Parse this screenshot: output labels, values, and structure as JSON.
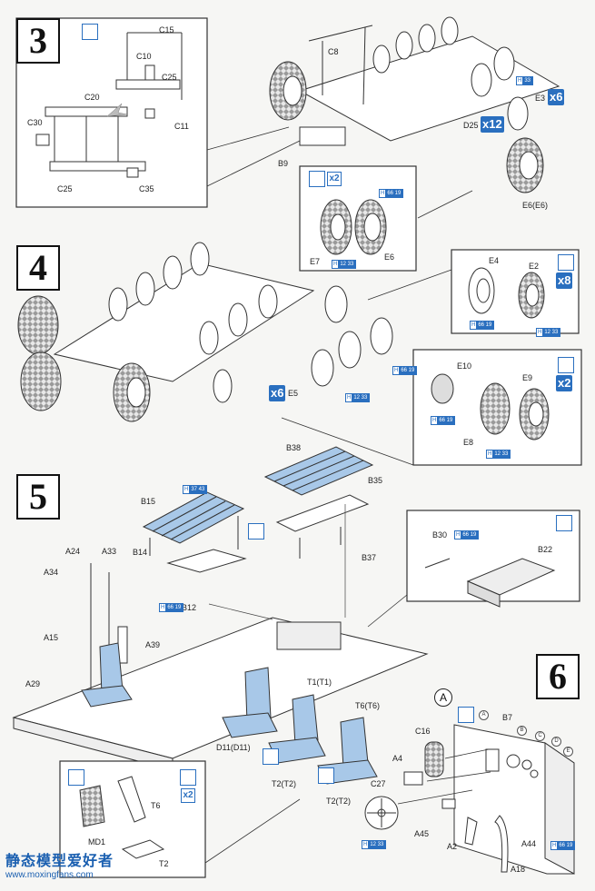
{
  "steps": {
    "s3": "3",
    "s4": "4",
    "s5": "5",
    "s6": "6"
  },
  "step3": {
    "labels": {
      "c15": "C15",
      "c10": "C10",
      "c25a": "C25",
      "c20": "C20",
      "c11": "C11",
      "c30": "C30",
      "c25b": "C25",
      "c35": "C35",
      "c8": "C8",
      "b9": "B9",
      "d25": "D25",
      "e3": "E3",
      "e6": "E6(E6)",
      "e7": "E7",
      "e6b": "E6"
    },
    "qty": {
      "d25": "x12",
      "e3": "x6",
      "wheel_pair": "x2"
    },
    "chips": [
      {
        "h": "H",
        "n": "33"
      },
      {
        "h": "H",
        "n": "66 19"
      },
      {
        "h": "H",
        "n": "12 33"
      }
    ]
  },
  "step4": {
    "labels": {
      "e4": "E4",
      "e2": "E2",
      "e10": "E10",
      "e9": "E9",
      "e8": "E8",
      "e5": "E5"
    },
    "qty": {
      "e5": "x6",
      "e24": "x8",
      "e10": "x2"
    },
    "chips": [
      {
        "h": "H",
        "n": "66 19"
      },
      {
        "h": "H",
        "n": "12 33"
      },
      {
        "h": "H",
        "n": "66 19"
      },
      {
        "h": "H",
        "n": "12 33"
      },
      {
        "h": "H",
        "n": "66 19"
      },
      {
        "h": "H",
        "n": "12 33"
      }
    ]
  },
  "step5": {
    "labels": {
      "b38": "B38",
      "b35": "B35",
      "b15": "B15",
      "b14": "B14",
      "b12": "B12",
      "b37": "B37",
      "a24": "A24",
      "a33": "A33",
      "a34": "A34",
      "a15": "A15",
      "a39": "A39",
      "a29": "A29",
      "b30": "B30",
      "b22": "B22",
      "d11": "D11(D11)",
      "t1": "T1(T1)",
      "t6": "T6(T6)",
      "t2a": "T2(T2)",
      "t2b": "T2(T2)",
      "md1": "MD1",
      "t6b": "T6",
      "t2c": "T2"
    },
    "qty": {
      "t6": "x2"
    },
    "chips": [
      {
        "h": "H",
        "n": "37 43"
      },
      {
        "h": "H",
        "n": "66 19"
      },
      {
        "h": "H",
        "n": "66 19"
      }
    ]
  },
  "step6": {
    "labels": {
      "b7": "B7",
      "c16": "C16",
      "a4": "A4",
      "c27": "C27",
      "a45": "A45",
      "a2": "A2",
      "a44": "A44",
      "a18": "A18"
    },
    "circles": {
      "a": "A",
      "b": "B",
      "c": "C",
      "d": "D",
      "e": "E",
      "big": "A"
    },
    "chips": [
      {
        "h": "H",
        "n": "12 33"
      },
      {
        "h": "H",
        "n": "66 19"
      }
    ]
  },
  "watermark": {
    "title": "静态模型爱好者",
    "url": "www.moxingfans.com"
  },
  "colors": {
    "accent": "#2a6fbf",
    "seat_fill": "#a8c8e8",
    "line": "#333333"
  }
}
